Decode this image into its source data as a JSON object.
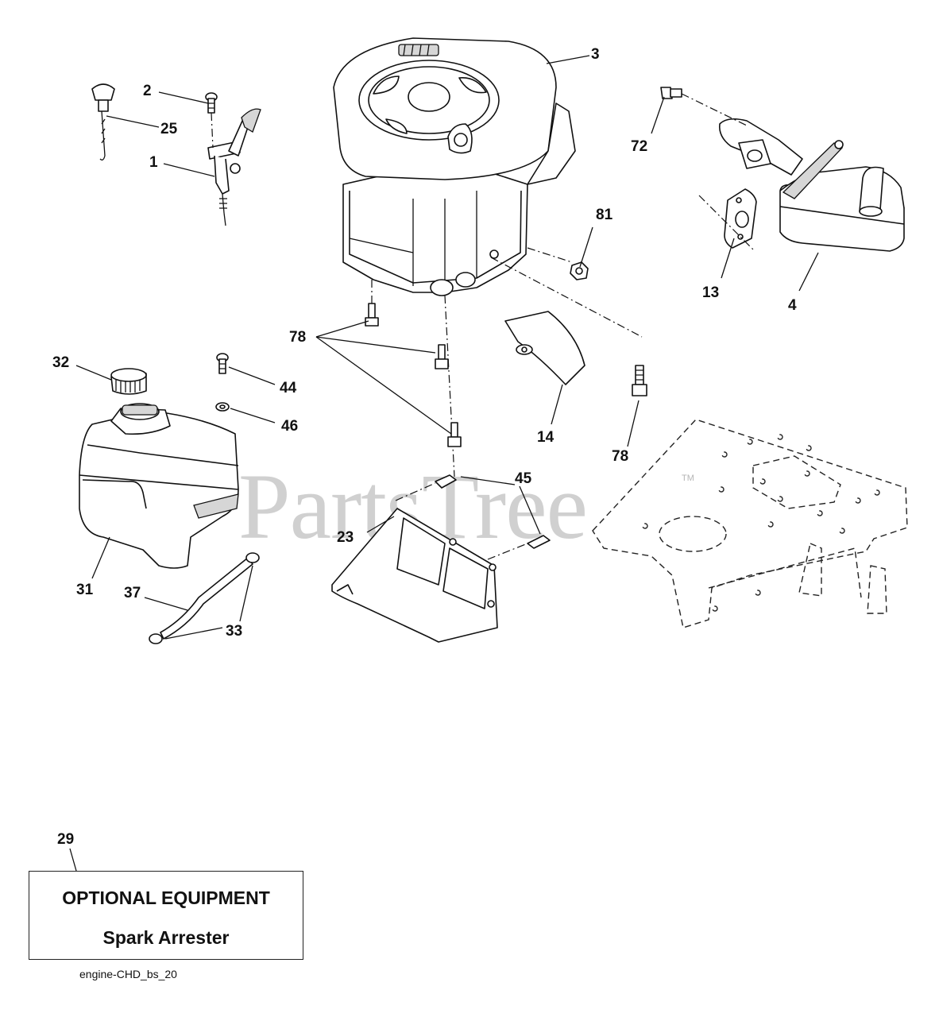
{
  "watermark": {
    "text": "PartsTree",
    "tm": "TM"
  },
  "diagram_code": "engine-CHD_bs_20",
  "optional_equipment": {
    "callout": "29",
    "title": "OPTIONAL EQUIPMENT",
    "item": "Spark Arrester"
  },
  "callouts": {
    "c1": "1",
    "c2": "2",
    "c3": "3",
    "c4": "4",
    "c13": "13",
    "c14": "14",
    "c23": "23",
    "c25": "25",
    "c31": "31",
    "c32": "32",
    "c33": "33",
    "c37": "37",
    "c44": "44",
    "c45": "45",
    "c46": "46",
    "c72": "72",
    "c78a": "78",
    "c78b": "78",
    "c81": "81"
  },
  "icons": {
    "engine": "engine-assembly-icon",
    "muffler": "muffler-icon",
    "fuel_tank": "fuel-tank-icon",
    "throttle": "throttle-control-icon",
    "frame": "mower-frame-icon"
  }
}
